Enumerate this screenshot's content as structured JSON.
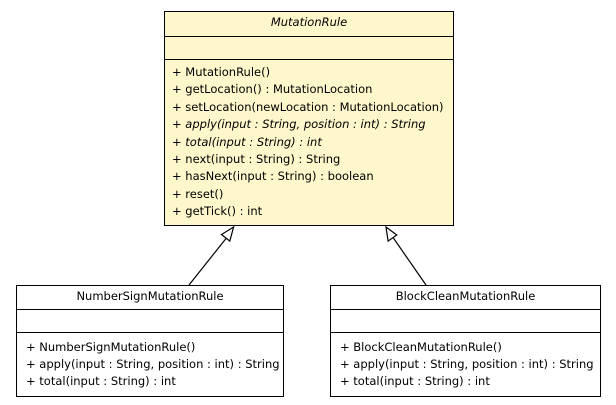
{
  "classes": {
    "mutation_rule": {
      "name": "MutationRule",
      "abstract": true,
      "operations": [
        {
          "text": "+ MutationRule()",
          "abstract": false
        },
        {
          "text": "+ getLocation() : MutationLocation",
          "abstract": false
        },
        {
          "text": "+ setLocation(newLocation : MutationLocation)",
          "abstract": false
        },
        {
          "text": "+ apply(input : String, position : int) : String",
          "abstract": true
        },
        {
          "text": "+ total(input : String) : int",
          "abstract": true
        },
        {
          "text": "+ next(input : String) : String",
          "abstract": false
        },
        {
          "text": "+ hasNext(input : String) : boolean",
          "abstract": false
        },
        {
          "text": "+ reset()",
          "abstract": false
        },
        {
          "text": "+ getTick() : int",
          "abstract": false
        }
      ]
    },
    "number_sign_mutation_rule": {
      "name": "NumberSignMutationRule",
      "operations": [
        {
          "text": "+ NumberSignMutationRule()"
        },
        {
          "text": "+ apply(input : String, position : int) : String"
        },
        {
          "text": "+ total(input : String) : int"
        }
      ]
    },
    "block_clean_mutation_rule": {
      "name": "BlockCleanMutationRule",
      "operations": [
        {
          "text": "+ BlockCleanMutationRule()"
        },
        {
          "text": "+ apply(input : String, position : int) : String"
        },
        {
          "text": "+ total(input : String) : int"
        }
      ]
    }
  },
  "relations": [
    {
      "type": "generalization",
      "from": "number_sign_mutation_rule",
      "to": "mutation_rule"
    },
    {
      "type": "generalization",
      "from": "block_clean_mutation_rule",
      "to": "mutation_rule"
    }
  ],
  "colors": {
    "abstract_class_fill": "#fff7cc",
    "concrete_class_fill": "#ffffff",
    "line": "#000000"
  }
}
